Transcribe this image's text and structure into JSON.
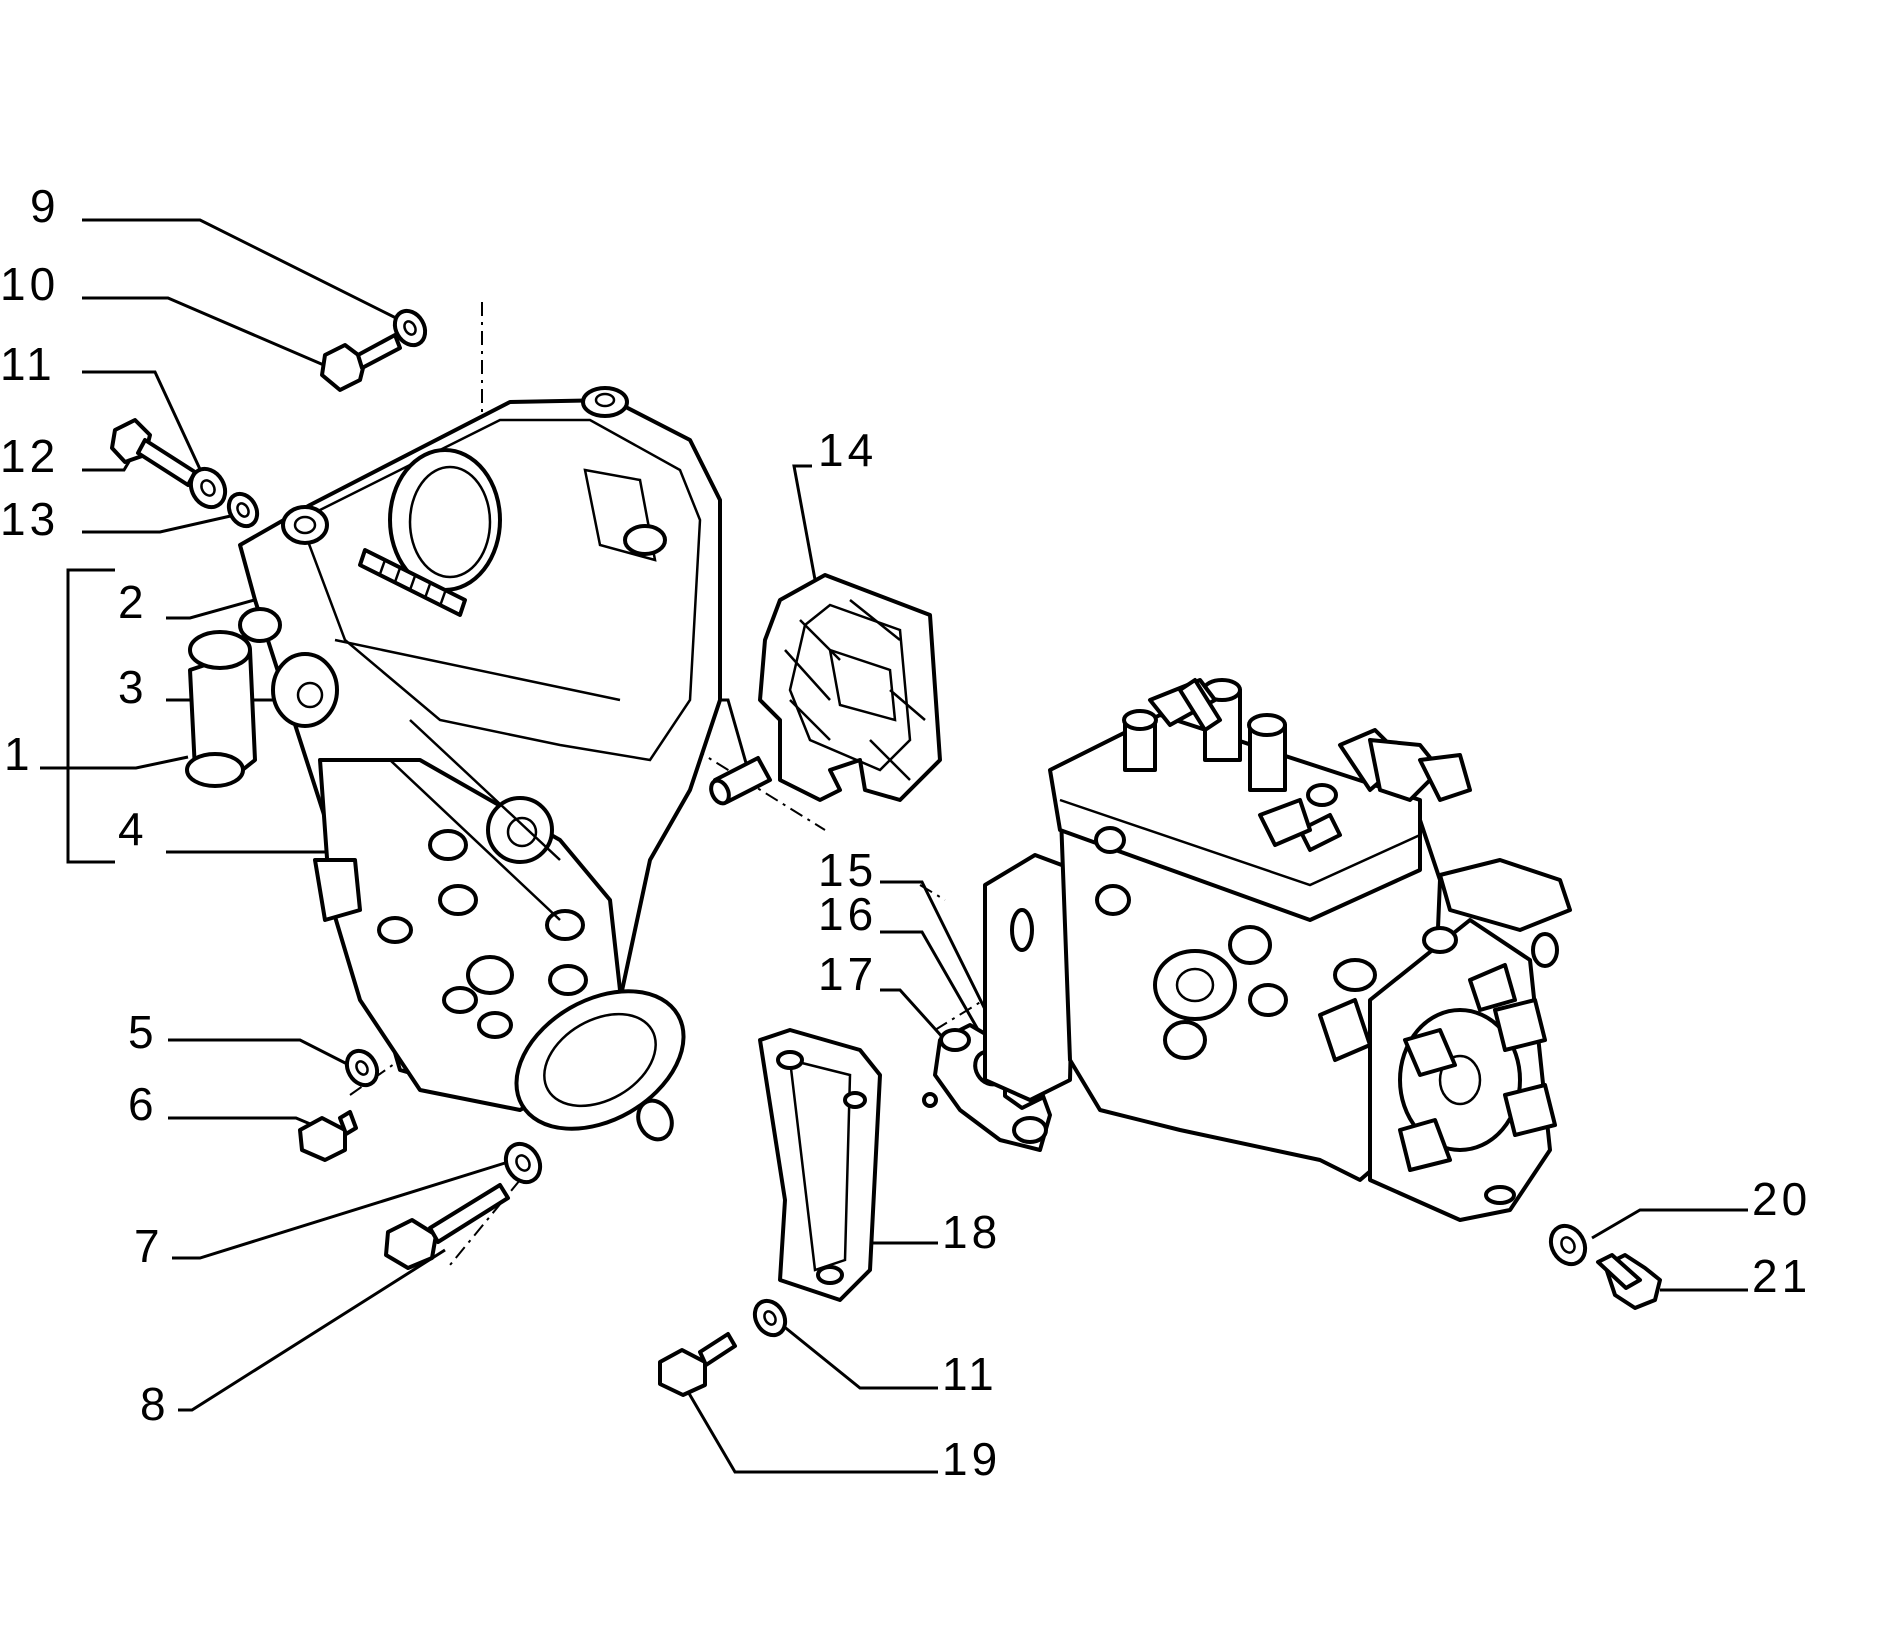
{
  "labels": {
    "l1": "1",
    "l2": "2",
    "l3": "3",
    "l4": "4",
    "l5": "5",
    "l6": "6",
    "l7": "7",
    "l8": "8",
    "l9": "9",
    "l10": "10",
    "l11a": "11",
    "l12": "12",
    "l13": "13",
    "l14": "14",
    "l15": "15",
    "l16": "16",
    "l17": "17",
    "l18": "18",
    "l11b": "11",
    "l19": "19",
    "l20": "20",
    "l21": "21"
  }
}
